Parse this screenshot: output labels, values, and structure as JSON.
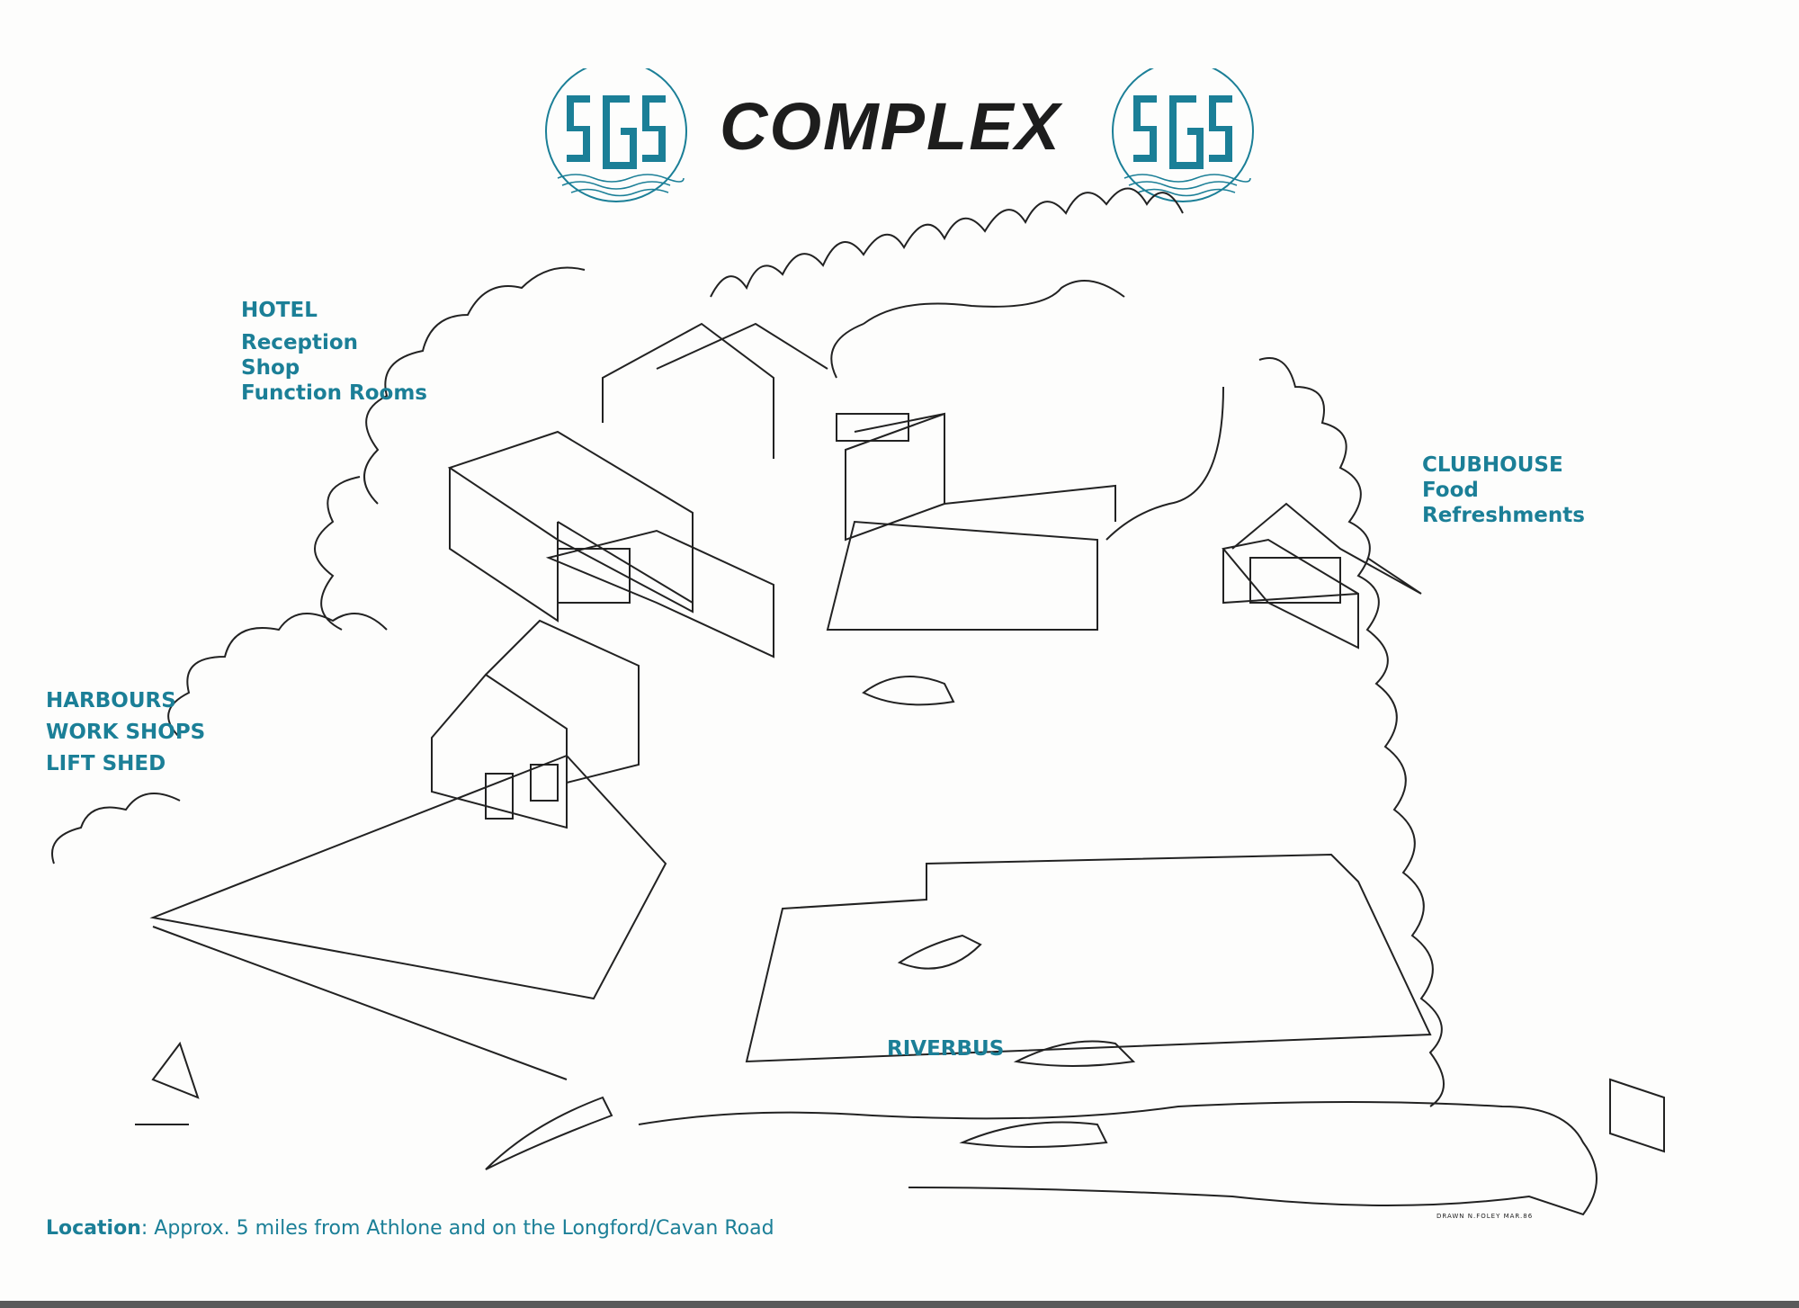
{
  "brand": "SGS",
  "title": "COMPLEX",
  "colors": {
    "accent": "#1b7f97",
    "ink": "#1d1d1d"
  },
  "labels": {
    "hotel": [
      "HOTEL",
      "Reception",
      "Shop",
      "Function Rooms"
    ],
    "clubhouse": [
      "CLUBHOUSE",
      "Food",
      "Refreshments"
    ],
    "harbours": [
      "HARBOURS",
      "WORK SHOPS",
      "LIFT SHED"
    ],
    "riverbus": "RIVERBUS"
  },
  "footer": {
    "label": "Location",
    "text": ": Approx. 5 miles from Athlone and on the Longford/Cavan Road"
  },
  "credit": "DRAWN N.FOLEY MAR.86"
}
